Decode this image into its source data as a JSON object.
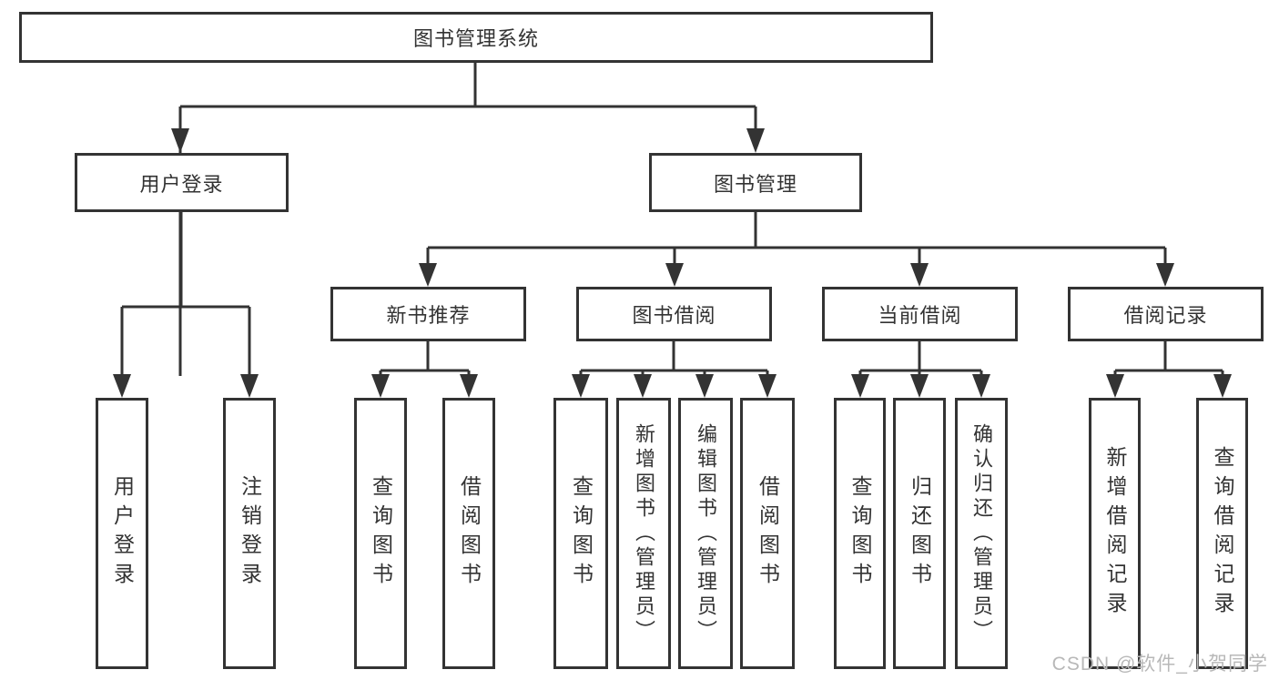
{
  "diagram": {
    "root": {
      "label": "图书管理系统"
    },
    "branches": [
      {
        "label": "用户登录",
        "children": [
          "用户登录",
          "注销登录"
        ]
      },
      {
        "label": "图书管理",
        "sections": [
          {
            "label": "新书推荐",
            "children": [
              "查询图书",
              "借阅图书"
            ]
          },
          {
            "label": "图书借阅",
            "children": [
              "查询图书",
              "新增图书（管理员）",
              "编辑图书（管理员）",
              "借阅图书"
            ]
          },
          {
            "label": "当前借阅",
            "children": [
              "查询图书",
              "归还图书",
              "确认归还（管理员）"
            ]
          },
          {
            "label": "借阅记录",
            "children": [
              "新增借阅记录",
              "查询借阅记录"
            ]
          }
        ]
      }
    ]
  },
  "watermark": {
    "text": "CSDN @软件_小贺同学"
  },
  "colors": {
    "line": "#333333",
    "text": "#333333",
    "box_background": "#ffffff",
    "page_background": "#ffffff",
    "watermark": "#b8b8b8"
  }
}
